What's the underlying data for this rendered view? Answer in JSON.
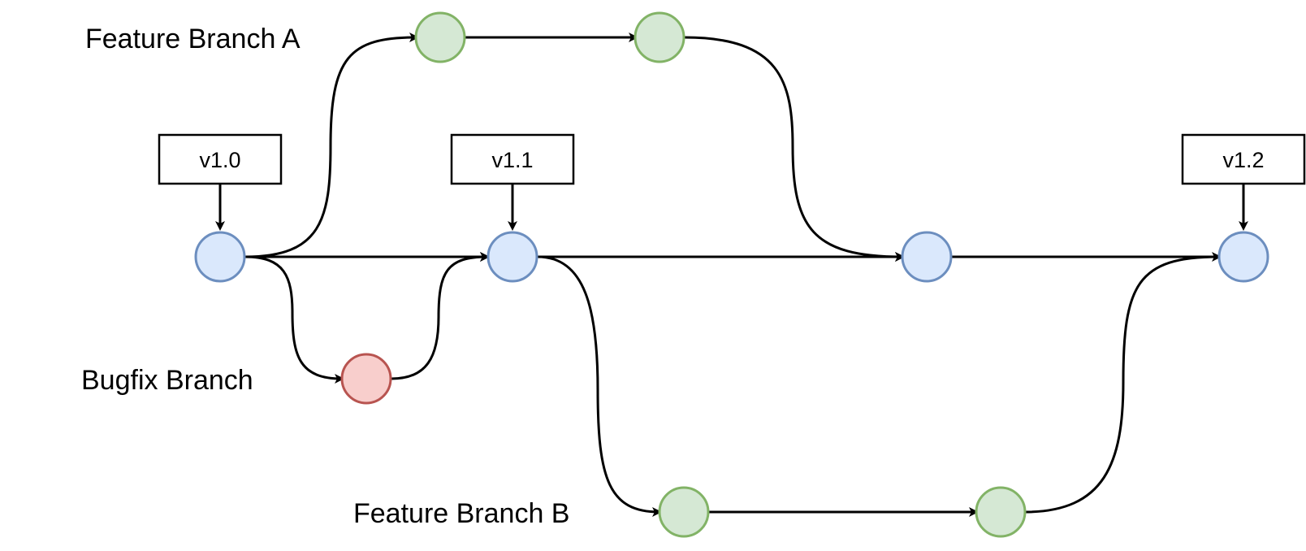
{
  "colors": {
    "main_fill": "#dae8fc",
    "main_stroke": "#6c8ebf",
    "feature_fill": "#d5e8d4",
    "feature_stroke": "#82b366",
    "bugfix_fill": "#f8cecc",
    "bugfix_stroke": "#b85450",
    "line": "#000000"
  },
  "labels": {
    "feature_a": "Feature Branch A",
    "bugfix": "Bugfix Branch",
    "feature_b": "Feature Branch B"
  },
  "tags": {
    "v1_0": "v1.0",
    "v1_1": "v1.1",
    "v1_2": "v1.2"
  }
}
